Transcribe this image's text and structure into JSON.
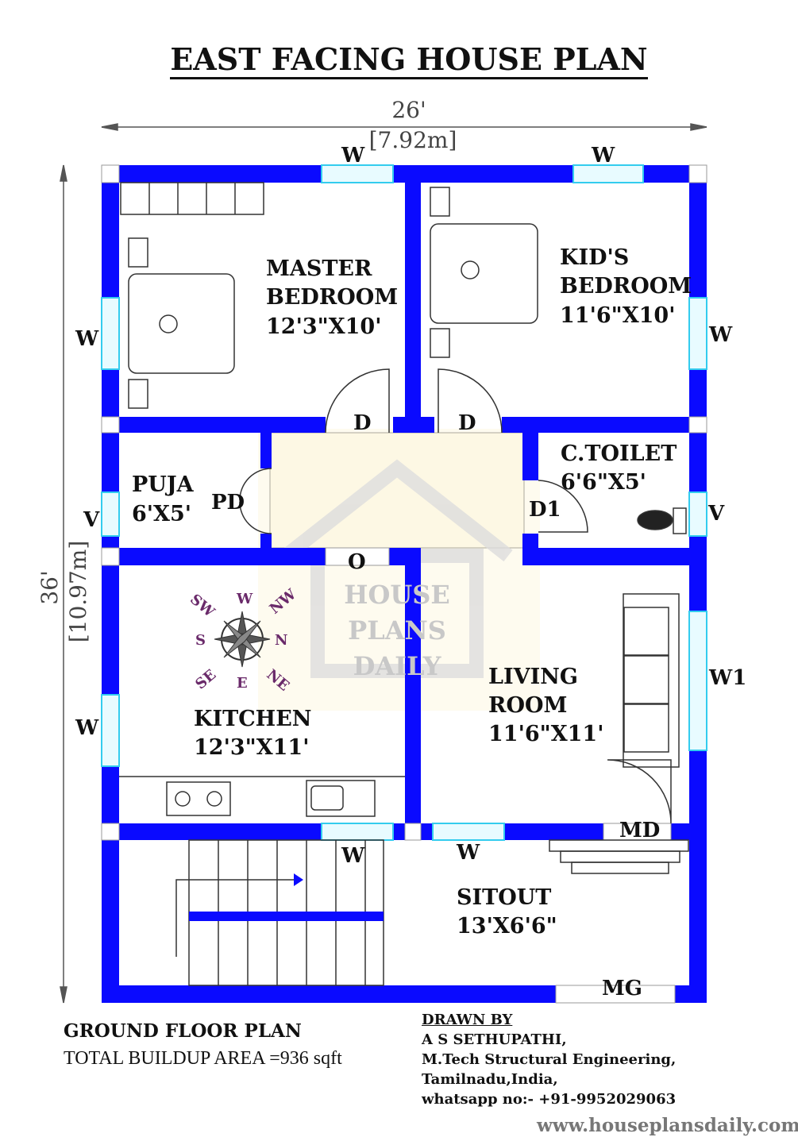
{
  "title": "EAST FACING HOUSE PLAN",
  "dimensions": {
    "width_ft": "26'",
    "width_m": "[7.92m]",
    "depth_ft": "36'",
    "depth_m": "[10.97m]"
  },
  "rooms": {
    "master": {
      "name1": "MASTER",
      "name2": "BEDROOM",
      "size": "12'3\"X10'"
    },
    "kids": {
      "name1": "KID'S",
      "name2": "BEDROOM",
      "size": "11'6\"X10'"
    },
    "toilet": {
      "name": "C.TOILET",
      "size": "6'6\"X5'"
    },
    "puja": {
      "name": "PUJA",
      "size": "6'X5'"
    },
    "kitchen": {
      "name": "KITCHEN",
      "size": "12'3\"X11'"
    },
    "living": {
      "name1": "LIVING",
      "name2": "ROOM",
      "size": "11'6\"X11'"
    },
    "sitout": {
      "name": "SITOUT",
      "size": "13'X6'6\""
    }
  },
  "openings": {
    "w": "W",
    "v": "V",
    "w1": "W1",
    "d": "D",
    "d1": "D1",
    "pd": "PD",
    "o": "O",
    "md": "MD",
    "mg": "MG"
  },
  "compass": {
    "n": "N",
    "s": "S",
    "e": "E",
    "w": "W",
    "ne": "NE",
    "nw": "NW",
    "se": "SE",
    "sw": "SW"
  },
  "watermark": {
    "l1": "HOUSE",
    "l2": "PLANS",
    "l3": "DAILY"
  },
  "footer": {
    "plan_name": "GROUND FLOOR PLAN",
    "area": "TOTAL BUILDUP AREA =936 sqft",
    "drawn_by": "DRAWN BY",
    "author": "A S SETHUPATHI,",
    "qualification": "M.Tech Structural Engineering,",
    "location": "Tamilnadu,India,",
    "contact": "whatsapp no:- +91-9952029063",
    "website": "www.houseplansdaily.com"
  },
  "colors": {
    "wall": "#0a0aff",
    "window": "#33ccee",
    "passage": "#fdf8e4"
  }
}
